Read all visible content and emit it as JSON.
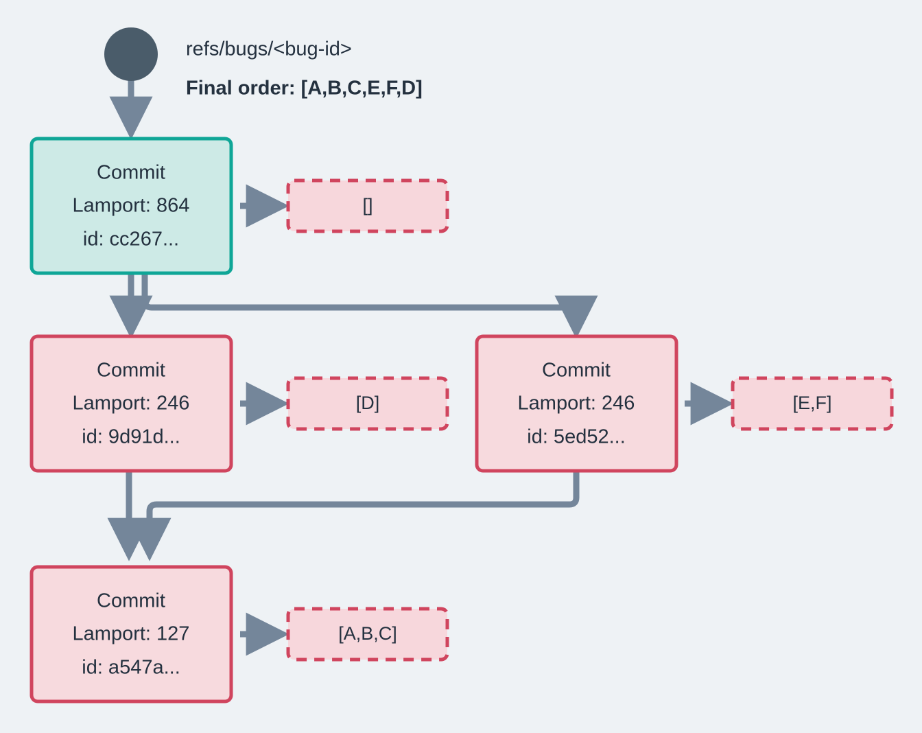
{
  "diagram": {
    "title_ref": "refs/bugs/<bug-id>",
    "final_order": "Final order: [A,B,C,E,F,D]",
    "root_node": "root-circle",
    "colors": {
      "background": "#eef2f5",
      "root_fill": "#4a5c6a",
      "head_border": "#0fa697",
      "head_fill": "#cdeae6",
      "commit_border": "#d0455e",
      "commit_fill": "#f7dade",
      "set_border": "#d0455e",
      "set_fill": "#f7d7dc",
      "arrow": "#74869a",
      "text": "#24313f"
    },
    "commits": [
      {
        "id": "commit-head",
        "kind": "head",
        "line1": "Commit",
        "line2": "Lamport: 864",
        "line3": "id: cc267...",
        "lamport": 864,
        "hash": "cc267...",
        "operations": "[]"
      },
      {
        "id": "commit-left-mid",
        "kind": "commit",
        "line1": "Commit",
        "line2": "Lamport: 246",
        "line3": "id: 9d91d...",
        "lamport": 246,
        "hash": "9d91d...",
        "operations": "[D]"
      },
      {
        "id": "commit-right-mid",
        "kind": "commit",
        "line1": "Commit",
        "line2": "Lamport: 246",
        "line3": "id: 5ed52...",
        "lamport": 246,
        "hash": "5ed52...",
        "operations": "[E,F]"
      },
      {
        "id": "commit-bottom",
        "kind": "commit",
        "line1": "Commit",
        "line2": "Lamport: 127",
        "line3": "id: a547a...",
        "lamport": 127,
        "hash": "a547a...",
        "operations": "[A,B,C]"
      }
    ],
    "operation_sets": [
      {
        "id": "ops-head",
        "label": "[]"
      },
      {
        "id": "ops-left-mid",
        "label": "[D]"
      },
      {
        "id": "ops-right-mid",
        "label": "[E,F]"
      },
      {
        "id": "ops-bottom",
        "label": "[A,B,C]"
      }
    ]
  }
}
